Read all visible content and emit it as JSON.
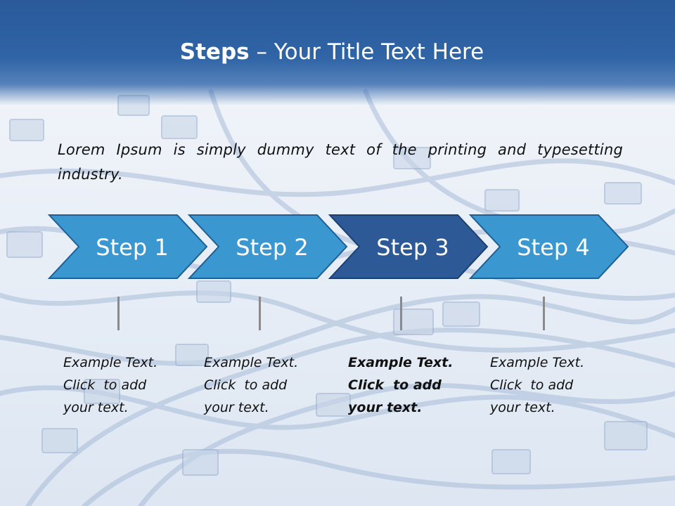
{
  "title": {
    "bold": "Steps",
    "rest": " – Your Title Text Here"
  },
  "intro": "Lorem Ipsum is simply dummy text of the printing and typesetting industry.",
  "steps": [
    {
      "label": "Step 1",
      "caption": [
        "Example Text.",
        "Click  to add",
        "your text."
      ],
      "highlighted": false
    },
    {
      "label": "Step 2",
      "caption": [
        "Example Text.",
        "Click  to add",
        "your text."
      ],
      "highlighted": false
    },
    {
      "label": "Step 3",
      "caption": [
        "Example Text.",
        "Click  to add",
        "your text."
      ],
      "highlighted": true
    },
    {
      "label": "Step 4",
      "caption": [
        "Example Text.",
        "Click  to add",
        "your text."
      ],
      "highlighted": false
    }
  ],
  "colors": {
    "title_band": "#2f64a6",
    "chevron": "#3a97cf",
    "chevron_highlight": "#2d5a97",
    "chevron_border": "#1e5f94",
    "background": "#e9eff7"
  }
}
